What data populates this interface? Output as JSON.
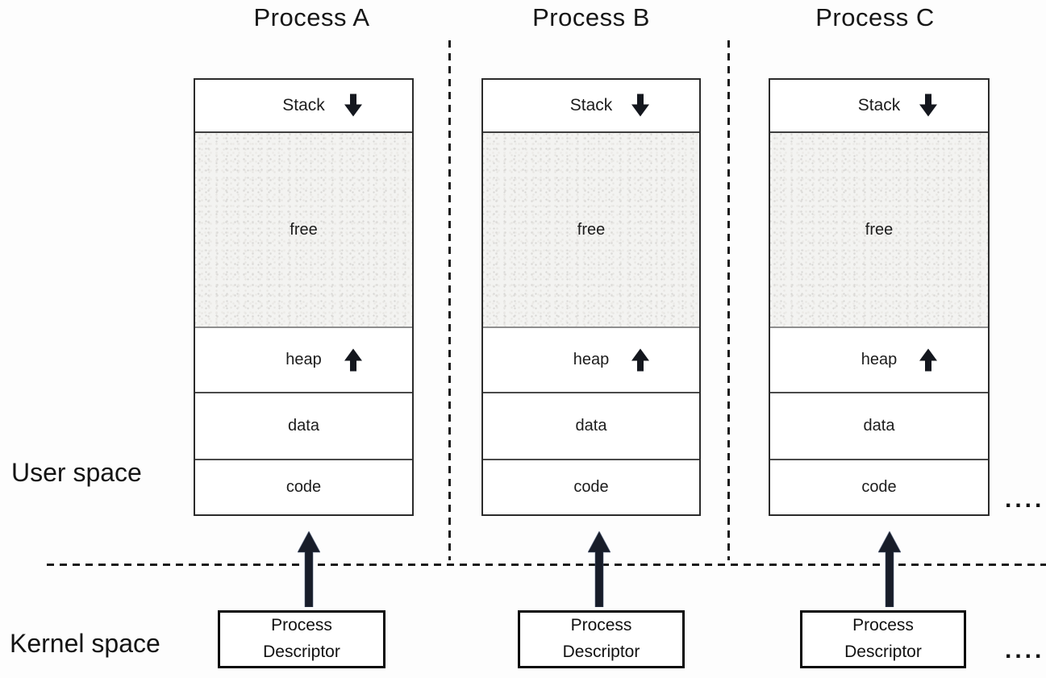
{
  "colors": {
    "background": "#fdfdfd",
    "column_border": "#2b2b2b",
    "descriptor_border": "#0a0a0a",
    "dashed_line": "#1c1c1c",
    "arrow": "#171c28",
    "free_fill": "#f3f3f1"
  },
  "labels": {
    "user_space": "User space",
    "kernel_space": "Kernel space",
    "ellipsis_top": ".....",
    "ellipsis_bottom": "....."
  },
  "icons": {
    "stack_arrow": "down-arrow",
    "heap_arrow": "up-arrow",
    "descriptor_arrow": "up-arrow"
  },
  "processes": [
    {
      "title": "Process A",
      "sections": [
        {
          "label": "Stack"
        },
        {
          "label": "free"
        },
        {
          "label": "heap"
        },
        {
          "label": "data"
        },
        {
          "label": "code"
        }
      ],
      "descriptor": {
        "line1": "Process",
        "line2": "Descriptor"
      }
    },
    {
      "title": "Process B",
      "sections": [
        {
          "label": "Stack"
        },
        {
          "label": "free"
        },
        {
          "label": "heap"
        },
        {
          "label": "data"
        },
        {
          "label": "code"
        }
      ],
      "descriptor": {
        "line1": "Process",
        "line2": "Descriptor"
      }
    },
    {
      "title": "Process C",
      "sections": [
        {
          "label": "Stack"
        },
        {
          "label": "free"
        },
        {
          "label": "heap"
        },
        {
          "label": "data"
        },
        {
          "label": "code"
        }
      ],
      "descriptor": {
        "line1": "Process",
        "line2": "Descriptor"
      }
    }
  ]
}
